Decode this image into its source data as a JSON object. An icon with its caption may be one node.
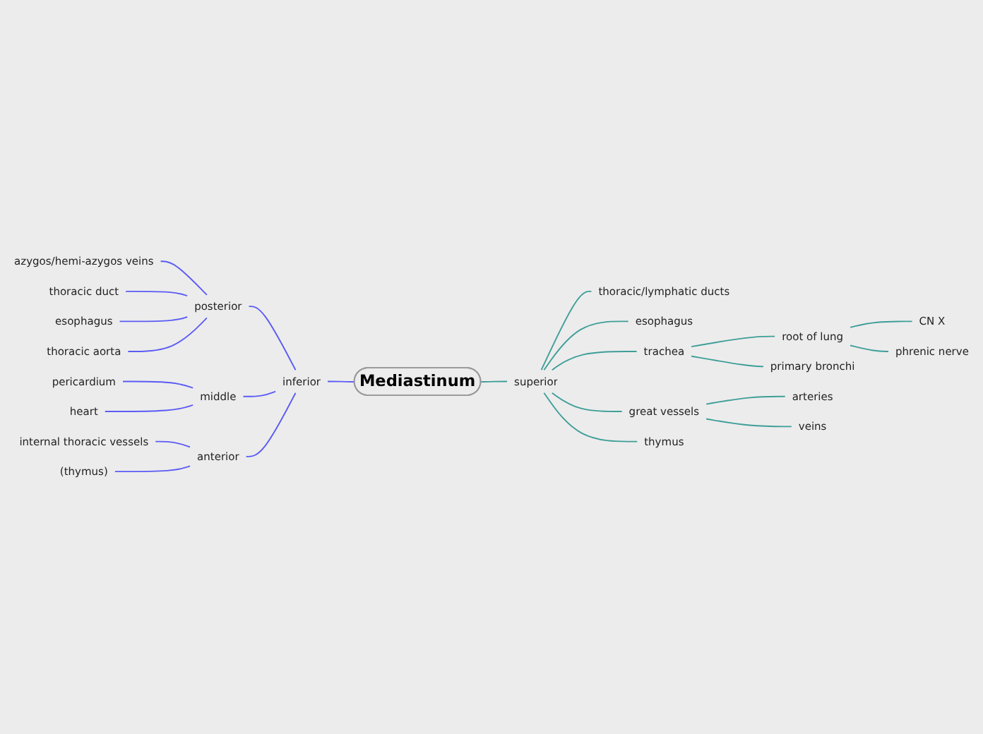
{
  "diagram": {
    "nodes": [
      {
        "text": [
          "Mediastinum"
        ]
      },
      {
        "text": [
          "inferior"
        ]
      },
      {
        "text": [
          "posterior"
        ]
      },
      {
        "text": [
          "azygos/hemi-azygos veins"
        ]
      },
      {
        "text": [
          "thoracic duct"
        ]
      },
      {
        "text": [
          "esophagus"
        ]
      },
      {
        "text": [
          "thoracic aorta"
        ]
      },
      {
        "text": [
          "middle"
        ]
      },
      {
        "text": [
          "pericardium"
        ]
      },
      {
        "text": [
          "heart"
        ]
      },
      {
        "text": [
          "anterior"
        ]
      },
      {
        "text": [
          "internal thoracic vessels"
        ]
      },
      {
        "text": [
          "(thymus)"
        ]
      },
      {
        "text": [
          "superior"
        ]
      },
      {
        "text": [
          "thoracic/lymphatic ducts"
        ]
      },
      {
        "text": [
          "esophagus"
        ]
      },
      {
        "text": [
          "trachea"
        ]
      },
      {
        "text": [
          "root of lung"
        ]
      },
      {
        "text": [
          "CN X"
        ]
      },
      {
        "text": [
          "phrenic nerve"
        ]
      },
      {
        "text": [
          "primary bronchi"
        ]
      },
      {
        "text": [
          "great vessels"
        ]
      },
      {
        "text": [
          "arteries"
        ]
      },
      {
        "text": [
          "veins"
        ]
      },
      {
        "text": [
          "thymus"
        ]
      }
    ],
    "edges": [
      {
        "from": 1,
        "to": 0,
        "arrow": "none",
        "color": "#5b5bf5"
      },
      {
        "from": 2,
        "to": 1,
        "arrow": "none",
        "color": "#5b5bf5"
      },
      {
        "from": 3,
        "to": 2,
        "arrow": "none",
        "color": "#5b5bf5"
      },
      {
        "from": 4,
        "to": 2,
        "arrow": "none",
        "color": "#5b5bf5"
      },
      {
        "from": 5,
        "to": 2,
        "arrow": "none",
        "color": "#5b5bf5"
      },
      {
        "from": 6,
        "to": 2,
        "arrow": "none",
        "color": "#5b5bf5"
      },
      {
        "from": 7,
        "to": 1,
        "arrow": "none",
        "color": "#5b5bf5"
      },
      {
        "from": 8,
        "to": 7,
        "arrow": "none",
        "color": "#5b5bf5"
      },
      {
        "from": 9,
        "to": 7,
        "arrow": "none",
        "color": "#5b5bf5"
      },
      {
        "from": 10,
        "to": 1,
        "arrow": "none",
        "color": "#5b5bf5"
      },
      {
        "from": 11,
        "to": 10,
        "arrow": "none",
        "color": "#5b5bf5"
      },
      {
        "from": 12,
        "to": 10,
        "arrow": "none",
        "color": "#5b5bf5"
      },
      {
        "from": 0,
        "to": 13,
        "arrow": "none",
        "color": "#3e9e98"
      },
      {
        "from": 13,
        "to": 14,
        "arrow": "none",
        "color": "#3e9e98"
      },
      {
        "from": 13,
        "to": 15,
        "arrow": "none",
        "color": "#3e9e98"
      },
      {
        "from": 13,
        "to": 16,
        "arrow": "none",
        "color": "#3e9e98"
      },
      {
        "from": 16,
        "to": 17,
        "arrow": "none",
        "color": "#3e9e98"
      },
      {
        "from": 17,
        "to": 18,
        "arrow": "none",
        "color": "#3e9e98"
      },
      {
        "from": 17,
        "to": 19,
        "arrow": "none",
        "color": "#3e9e98"
      },
      {
        "from": 16,
        "to": 20,
        "arrow": "none",
        "color": "#3e9e98"
      },
      {
        "from": 13,
        "to": 21,
        "arrow": "none",
        "color": "#3e9e98"
      },
      {
        "from": 21,
        "to": 22,
        "arrow": "none",
        "color": "#3e9e98"
      },
      {
        "from": 21,
        "to": 23,
        "arrow": "none",
        "color": "#3e9e98"
      },
      {
        "from": 13,
        "to": 24,
        "arrow": "none",
        "color": "#3e9e98"
      }
    ]
  }
}
